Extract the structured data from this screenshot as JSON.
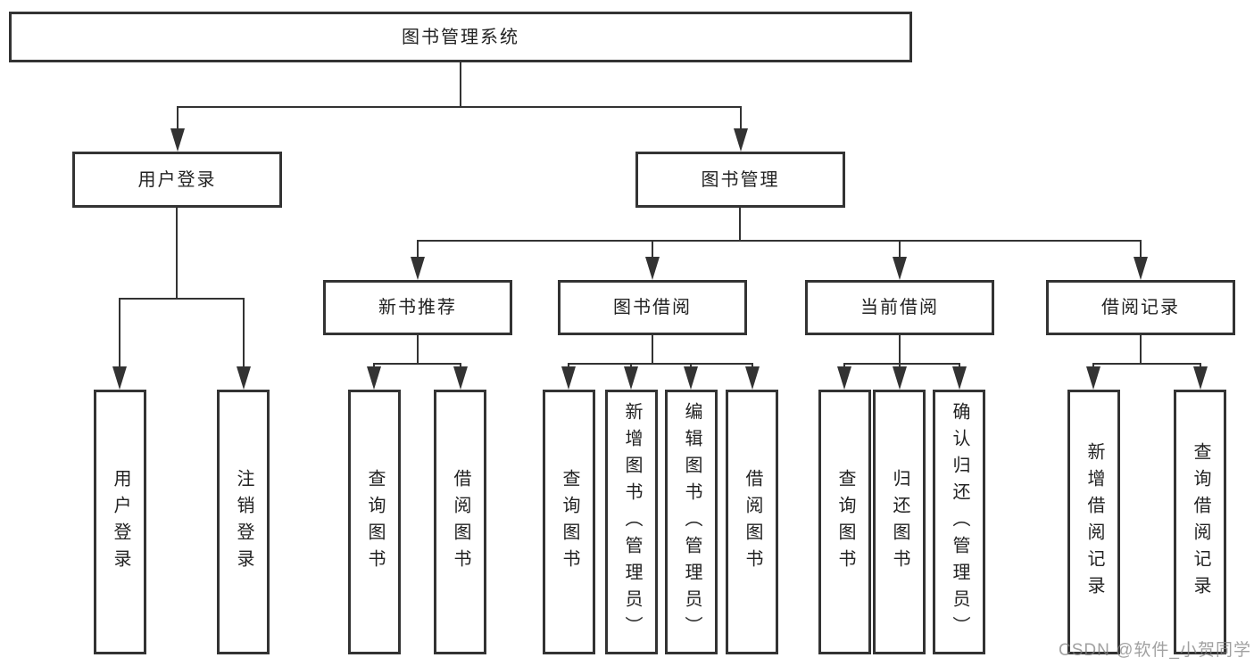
{
  "diagram_type": "hierarchy-tree",
  "tree": {
    "root": {
      "label": "图书管理系统"
    },
    "login": {
      "label": "用户登录",
      "children": [
        {
          "label": "用户登录"
        },
        {
          "label": "注销登录"
        }
      ]
    },
    "management": {
      "label": "图书管理",
      "sections": [
        {
          "label": "新书推荐",
          "children": [
            {
              "label": "查询图书"
            },
            {
              "label": "借阅图书"
            }
          ]
        },
        {
          "label": "图书借阅",
          "children": [
            {
              "label": "查询图书"
            },
            {
              "label": "新增图书（管理员）"
            },
            {
              "label": "编辑图书（管理员）"
            },
            {
              "label": "借阅图书"
            }
          ]
        },
        {
          "label": "当前借阅",
          "children": [
            {
              "label": "查询图书"
            },
            {
              "label": "归还图书"
            },
            {
              "label": "确认归还（管理员）"
            }
          ]
        },
        {
          "label": "借阅记录",
          "children": [
            {
              "label": "新增借阅记录"
            },
            {
              "label": "查询借阅记录"
            }
          ]
        }
      ]
    }
  },
  "watermark": {
    "text": "CSDN @软件_小贺同学"
  },
  "colors": {
    "line": "#333333",
    "text": "#222222",
    "box_background": "#ffffff",
    "page_background": "#ffffff",
    "watermark": "#828282"
  }
}
